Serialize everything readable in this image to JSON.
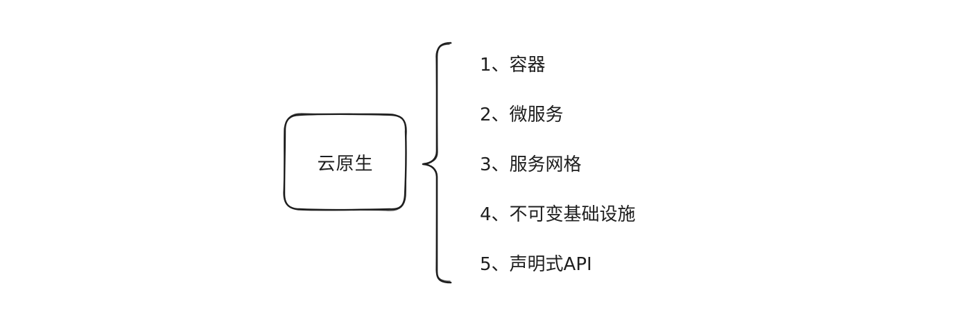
{
  "diagram": {
    "root": {
      "label": "云原生"
    },
    "items": [
      {
        "label": "1、容器"
      },
      {
        "label": "2、微服务"
      },
      {
        "label": "3、服务网格"
      },
      {
        "label": "4、不可变基础设施"
      },
      {
        "label": "5、声明式API"
      }
    ],
    "stroke_color": "#1e1e1e",
    "background_color": "#ffffff"
  }
}
